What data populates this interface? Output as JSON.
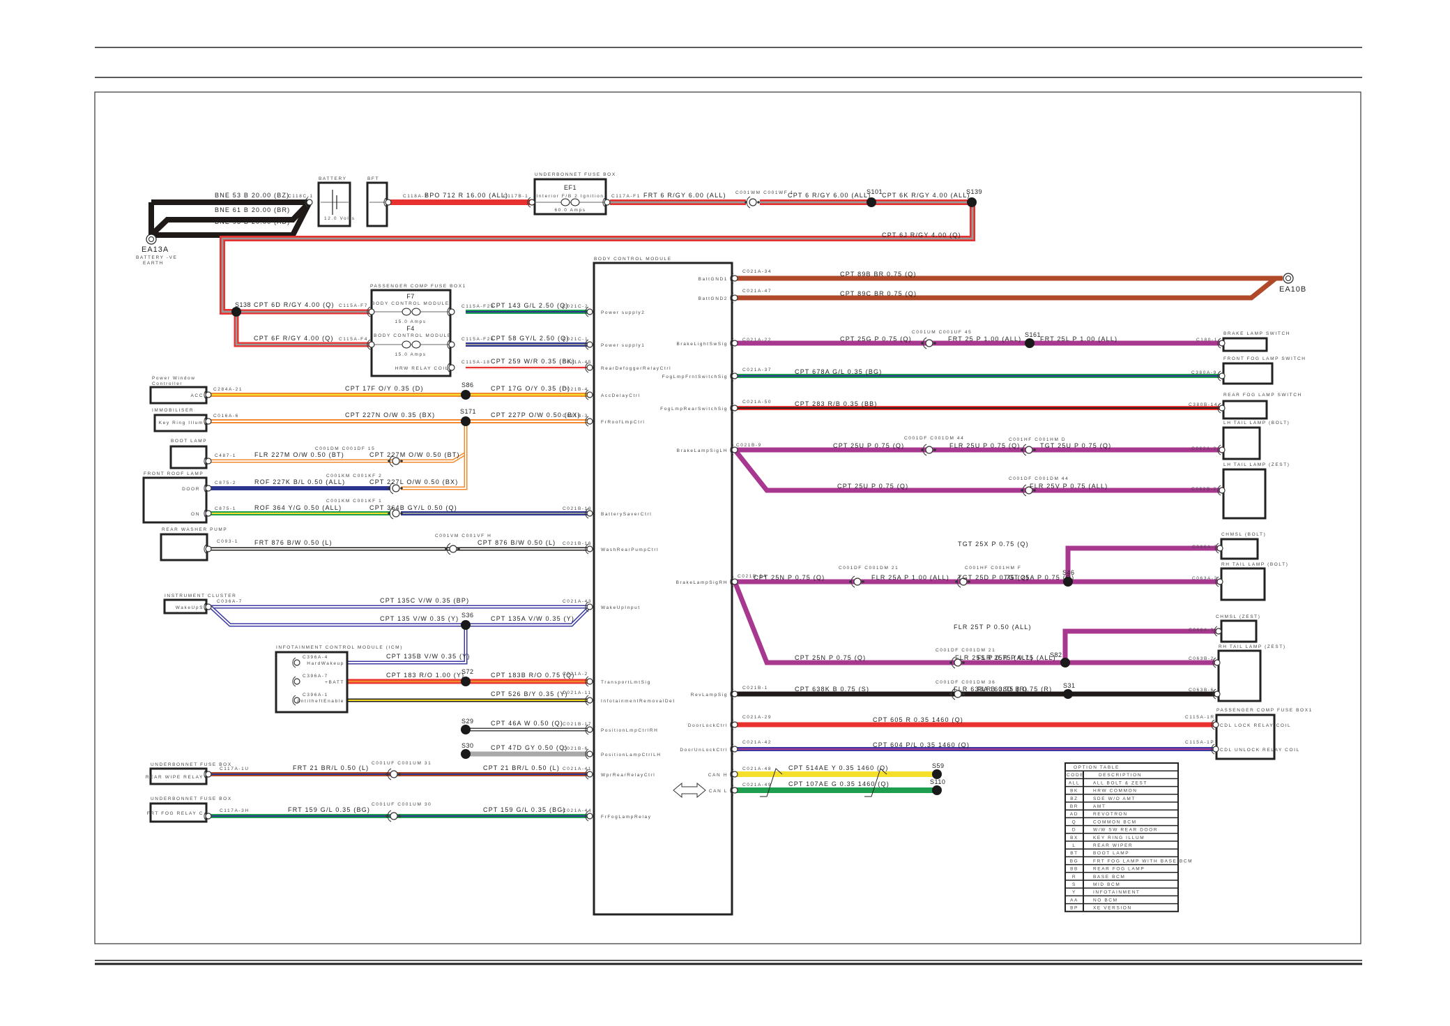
{
  "diagram": {
    "title": "Body Control Module wiring diagram",
    "modules": {
      "battery": {
        "label": "BATTERY",
        "voltage": "12.0 Volts"
      },
      "bft": {
        "label": "BFT"
      },
      "ubfb_top": {
        "label": "UNDERBONNET FUSE BOX",
        "fuse": "EF1",
        "desc": "Interior F/B 2 Ignition",
        "rating": "60.0 Amps"
      },
      "earth_left": {
        "id": "EA13A",
        "desc1": "BATTERY -VE",
        "desc2": "EARTH"
      },
      "earth_right": {
        "id": "EA10B"
      },
      "pcfb": {
        "label": "PASSENGER COMP FUSE BOX1",
        "f7": "F7",
        "f7_desc": "BODY CONTROL MODULE",
        "f7_rating": "15.0 Amps",
        "f4": "F4",
        "f4_desc": "BODY CONTROL MODULE",
        "f4_rating": "15.0 Amps",
        "hrw": "HRW RELAY COIL"
      },
      "bcm": {
        "label": "BODY CONTROL MODULE"
      },
      "pwc": {
        "label1": "Power Window",
        "label2": "Controller",
        "pin": "ACC"
      },
      "immob": {
        "label": "IMMOBILISER",
        "pin": "Key Ring Illum"
      },
      "boot": {
        "label": "BOOT LAMP"
      },
      "frl": {
        "label": "FRONT ROOF LAMP",
        "pin1": "DOOR",
        "pin2": "ON"
      },
      "rwp": {
        "label": "REAR WASHER PUMP"
      },
      "ic": {
        "label": "INSTRUMENT CLUSTER",
        "pin": "WakeUpS"
      },
      "icm": {
        "label": "INFOTAINMENT CONTROL MODULE (ICM)",
        "pin1": "HardWakeup",
        "pin2": "+BATT",
        "pin3": "AntitheftEnable"
      },
      "ubfb1": {
        "label": "UNDERBONNET FUSE BOX",
        "pin": "REAR WIPE RELAY"
      },
      "ubfb2": {
        "label": "UNDERBONNET FUSE BOX",
        "pin": "FRT FOG RELAY C"
      },
      "bls": {
        "label": "BRAKE LAMP SWITCH"
      },
      "ffls": {
        "label": "FRONT FOG LAMP SWITCH"
      },
      "rfls": {
        "label": "REAR FOG LAMP SWITCH"
      },
      "lhb": {
        "label": "LH TAIL LAMP (BOLT)"
      },
      "lhz": {
        "label": "LH TAIL LAMP (ZEST)"
      },
      "chb": {
        "label": "CHMSL (BOLT)"
      },
      "rhb": {
        "label": "RH TAIL LAMP (BOLT)"
      },
      "chz": {
        "label": "CHMSL (ZEST)"
      },
      "rhz": {
        "label": "RH TAIL LAMP (ZEST)"
      },
      "pcfb2": {
        "label": "PASSENGER COMP FUSE BOX1",
        "pin1": "CDL LOCK RELAY COIL",
        "pin2": "CDL UNLOCK RELAY COIL"
      }
    },
    "bcm_pins_left": [
      "Power supply2",
      "Power supply1",
      "RearDefoggerRelayCtrl",
      "AccDelayCtrl",
      "FrRoofLmpCtrl",
      "BatterySaverCtrl",
      "WashRearPumpCtrl",
      "WakeUpInput",
      "TransportLmtSig",
      "InfotainmentRemovalDet",
      "PositionLmpCtrlRH",
      "PositionLampCtrlLH",
      "WprRearRelayCtrl",
      "FrFogLampRelay"
    ],
    "bcm_pins_right": [
      "BattGND1",
      "BattGND2",
      "BrakeLightSwSig",
      "FogLmpFrntSwitchSig",
      "FogLmpRearSwitchSig",
      "BrakeLampSigLH",
      "BrakeLampSigRH",
      "RevLampSig",
      "DoorLockCtrl",
      "DoorUnLockCtrl",
      "CAN H",
      "CAN L"
    ],
    "wires": {
      "bne53": "BNE 53 B 20.00 (BZ)",
      "bne61": "BNE 61 B 20.00 (BR)",
      "bne93": "BNE 93 B 20.00 (AD)",
      "bpo712": "BPO 712 R 16.00 (ALL)",
      "frt6": "FRT 6 R/GY 6.00 (ALL)",
      "cpt6": "CPT 6 R/GY 6.00 (ALL)",
      "cpt6k": "CPT 6K R/GY 4.00 (ALL)",
      "cpt6j": "CPT 6J R/GY 4.00 (Q)",
      "cpt6d": "CPT 6D R/GY 4.00 (Q)",
      "cpt6f": "CPT 6F R/GY 4.00 (Q)",
      "cpt143": "CPT 143 G/L 2.50 (Q)",
      "cpt58": "CPT 58 GY/L 2.50 (Q)",
      "cpt259": "CPT 259 W/R 0.35 (BK)",
      "cpt17f": "CPT 17F O/Y 0.35 (D)",
      "cpt17g": "CPT 17G O/Y 0.35 (D)",
      "cpt227n": "CPT 227N O/W 0.35 (BX)",
      "cpt227p": "CPT 227P O/W 0.50 (BX)",
      "flr227m": "FLR 227M O/W 0.50 (BT)",
      "cpt227m": "CPT 227M O/W 0.50 (BT)",
      "rof227k": "ROF 227K B/L 0.50 (ALL)",
      "cpt227l": "CPT 227L O/W 0.50 (BX)",
      "rof364": "ROF 364 Y/G 0.50 (ALL)",
      "cpt364b": "CPT 364B GY/L 0.50 (Q)",
      "frt876": "FRT 876 B/W 0.50 (L)",
      "cpt876": "CPT 876 B/W 0.50 (L)",
      "cpt135c": "CPT 135C V/W 0.35 (BP)",
      "cpt135": "CPT 135 V/W 0.35 (Y)",
      "cpt135a": "CPT 135A V/W 0.35 (Y)",
      "cpt135b": "CPT 135B V/W 0.35 (Y)",
      "cpt183": "CPT 183 R/O 1.00 (Y)",
      "cpt183b": "CPT 183B R/O 0.75 (Q)",
      "cpt526": "CPT 526 B/Y 0.35 (Y)",
      "cpt46a": "CPT 46A W 0.50 (Q)",
      "cpt47d": "CPT 47D GY 0.50 (Q)",
      "frt21": "FRT 21 BR/L 0.50 (L)",
      "cpt21": "CPT 21 BR/L 0.50 (L)",
      "frt159": "FRT 159 G/L 0.35 (BG)",
      "cpt159": "CPT 159 G/L 0.35 (BG)",
      "cpt89b": "CPT 89B BR 0.75 (Q)",
      "cpt89c": "CPT 89C BR 0.75 (Q)",
      "cpt25g": "CPT 25G P 0.75 (Q)",
      "frt25": "FRT 25 P 1.00 (ALL)",
      "frt25l": "FRT 25L P 1.00 (ALL)",
      "cpt678a": "CPT 678A G/L 0.35 (BG)",
      "cpt283": "CPT 283 R/B 0.35 (BB)",
      "cpt25u": "CPT 25U P 0.75 (Q)",
      "flr25u": "FLR 25U P 0.75 (Q)",
      "tgt25u": "TGT 25U P 0.75 (Q)",
      "cpt25u2": "CPT 25U P 0.75 (Q)",
      "flr25v": "FLR 25V P 0.75 (ALL)",
      "tgt25x": "TGT 25X P 0.75 (Q)",
      "cpt25n": "CPT 25N P 0.75 (Q)",
      "flr25a": "FLR 25A P 1.00 (ALL)",
      "tgt25a": "TGT 25A P 0.75 (Q)",
      "tgt25d": "TGT 25D P 0.75 (Q)",
      "flr25t": "FLR 25T P 0.50 (ALL)",
      "cpt25n2": "CPT 25N P 0.75 (Q)",
      "flr25r": "FLR 25R P 0.75 (ALL)",
      "flr25s": "FLR 25S P 0.75 (ALL)",
      "cpt638k": "CPT 638K B 0.75 (S)",
      "flr638d": "FLR 638D B 0.75 (R)",
      "flr638a": "FLR 638A B 0.75 (R)",
      "cpt605": "CPT 605 R 0.35 1460 (Q)",
      "cpt604": "CPT 604 P/L 0.35 1460 (Q)",
      "cpt514": "CPT 514AE Y 0.35 1460 (Q)",
      "cpt107": "CPT 107AE G 0.35 1460 (Q)"
    },
    "connectors": {
      "c118c1": "C118C-1",
      "c118a2": "C118A-2",
      "c1178_1": "C117B-1",
      "c117af1": "C117A-F1",
      "c001wm": "C001WM C001WF 1",
      "c115af7": "C115A-F7",
      "c115af4": "C115A-F4",
      "c115af29": "C115A-F29",
      "c115af26": "C115A-F26",
      "c115a18": "C115A-18",
      "c021c2": "C021C-2",
      "c021c1": "C021C-1",
      "c021a45": "C021A-45",
      "c284a21": "C284A-21",
      "c021b4": "C021B-4",
      "c016a6": "C016A-6",
      "c021b3": "C021B-3",
      "c487_1": "C487-1",
      "c001dm15": "C001DM C001DF 15",
      "c875_2": "C875-2",
      "c001km2": "C001KM C001KF 2",
      "c875_1": "C875-1",
      "c001km1": "C001KM C001KF 1",
      "c021b18": "C021B-18",
      "c093_1": "C093-1",
      "c001vm": "C001VM C001VF H",
      "c021b16": "C021B-16",
      "c036a7": "C036A-7",
      "c021a43": "C021A-43",
      "c396a4": "C396A-4",
      "c396a7": "C396A-7",
      "c021a2": "C021A-2",
      "c396a1": "C396A-1",
      "c021a11": "C021A-11",
      "c021b17": "C021B-17",
      "c021b6": "C021B-6",
      "c117a1u": "C117A-1U",
      "c001uf31": "C001UF C001UM 31",
      "c021a41": "C021A-41",
      "c117a3h": "C117A-3H",
      "c001uf30": "C001UF C001UM 30",
      "c021a44": "C021A-44",
      "c021a34": "C021A-34",
      "c021a47": "C021A-47",
      "c021a22": "C021A-22",
      "c001um45": "C001UM C001UF 45",
      "c180_1": "C180-1",
      "c021a37": "C021A-37",
      "c380a9": "C380A-9",
      "c021a50": "C021A-50",
      "c380b14": "C380B-14",
      "c021b9": "C021B-9",
      "c001df44": "C001DF C001DM 44",
      "c001hfd": "C001HF C001HM D",
      "c062a2": "C062A-2",
      "c062b2": "C062B-2",
      "c021b14": "C021B-14",
      "c001df21": "C001DF C001DM 21",
      "c001hff": "C001HF C001HM F",
      "c066a3": "C066A-3",
      "c063a2": "C063A-2",
      "c066a3b": "C066A-3",
      "c063b2": "C063B-2",
      "c021b1": "C021B-1",
      "c001df36": "C001DF C001DM 36",
      "c063b6": "C063B-6",
      "c021a29": "C021A-29",
      "c115a1r": "C115A-1R",
      "c021a42": "C021A-42",
      "c115a1p": "C115A-1P",
      "c021a48": "C021A-48",
      "c021a49": "C021A-49"
    },
    "splices": {
      "s101": "S101",
      "s139": "S139",
      "s138": "S138",
      "s86": "S86",
      "s171": "S171",
      "s36": "S36",
      "s72": "S72",
      "s29": "S29",
      "s30": "S30",
      "s161": "S161",
      "s46": "S46",
      "s82": "S82",
      "s31": "S31",
      "s59": "S59",
      "s110": "S110"
    },
    "option_table": {
      "title": "OPTION TABLE",
      "header": [
        "CODE",
        "DESCRIPTION"
      ],
      "rows": [
        [
          "ALL",
          "ALL BOLT & ZEST"
        ],
        [
          "BK",
          "HRW COMMON"
        ],
        [
          "BZ",
          "SDE W/O AMT"
        ],
        [
          "BR",
          "AMT"
        ],
        [
          "AD",
          "REVOTRON"
        ],
        [
          "Q",
          "COMMON BCM"
        ],
        [
          "D",
          "W/W SW REAR DOOR"
        ],
        [
          "BX",
          "KEY RING ILLUM"
        ],
        [
          "L",
          "REAR WIPER"
        ],
        [
          "BT",
          "BOOT LAMP"
        ],
        [
          "BG",
          "FRT FOG LAMP WITH BASE BCM"
        ],
        [
          "BB",
          "REAR FOG LAMP"
        ],
        [
          "R",
          "BASE BCM"
        ],
        [
          "S",
          "MID BCM"
        ],
        [
          "Y",
          "INFOTAINMENT"
        ],
        [
          "AA",
          "NO BCM"
        ],
        [
          "BP",
          "XE VERSION"
        ]
      ]
    },
    "colors": {
      "red": "#e8312f",
      "grey": "#9a9a9a",
      "black": "#1f1a17",
      "green": "#1e9e4f",
      "blue": "#2b3590",
      "orange": "#f08a2c",
      "yellow": "#f4e02a",
      "purple": "#a8388f",
      "brown": "#b0482a",
      "violet": "#3a3aa0"
    }
  }
}
